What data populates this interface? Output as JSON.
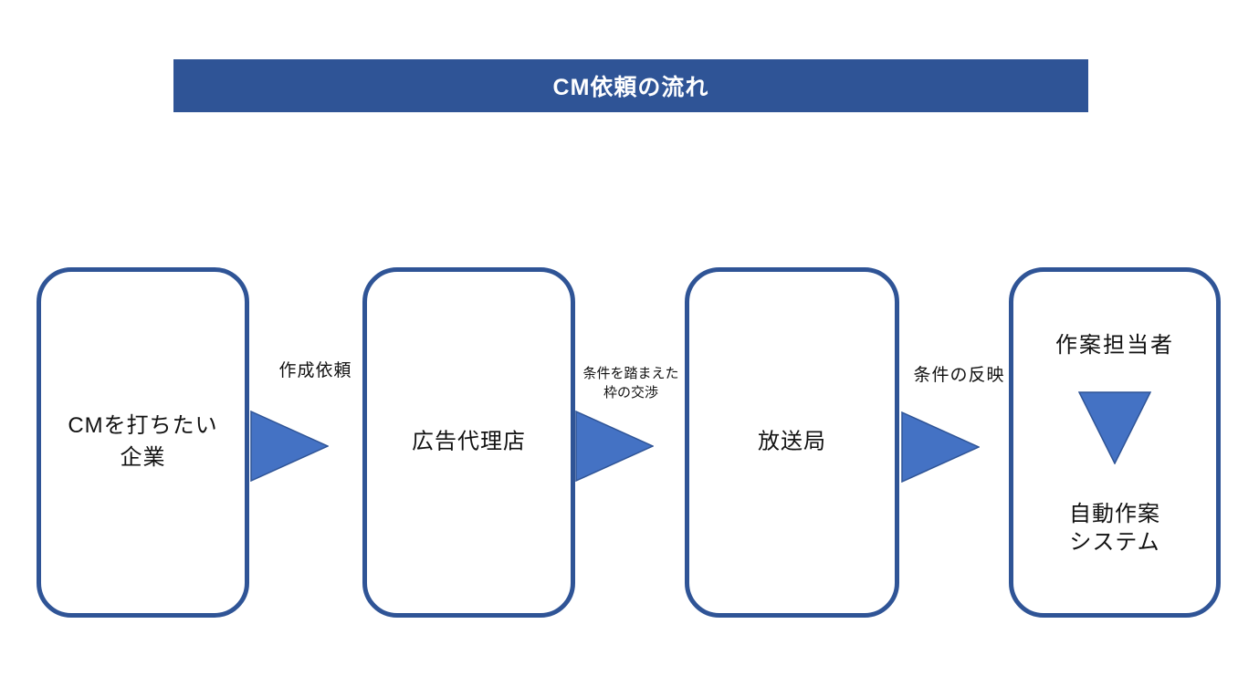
{
  "title": {
    "text": "CM依頼の流れ"
  },
  "flow": {
    "boxes": [
      {
        "label_line1": "CMを打ちたい",
        "label_line2": "企業"
      },
      {
        "label": "広告代理店"
      },
      {
        "label": "放送局"
      },
      {
        "label_top": "作案担当者",
        "label_bottom_line1": "自動作案",
        "label_bottom_line2": "システム"
      }
    ],
    "arrows": [
      {
        "label": "作成依頼",
        "direction": "right"
      },
      {
        "label_line1": "条件を踏まえた",
        "label_line2": "枠の交渉",
        "direction": "right"
      },
      {
        "label": "条件の反映",
        "direction": "right"
      },
      {
        "direction": "down"
      }
    ]
  },
  "colors": {
    "canvas_bg": "#FFFFFF",
    "title_bg": "#2F5496",
    "title_text": "#FFFFFF",
    "box_border": "#2F5496",
    "arrow_fill": "#4472C4",
    "arrow_stroke": "#2F5496",
    "label_text": "#111111"
  }
}
